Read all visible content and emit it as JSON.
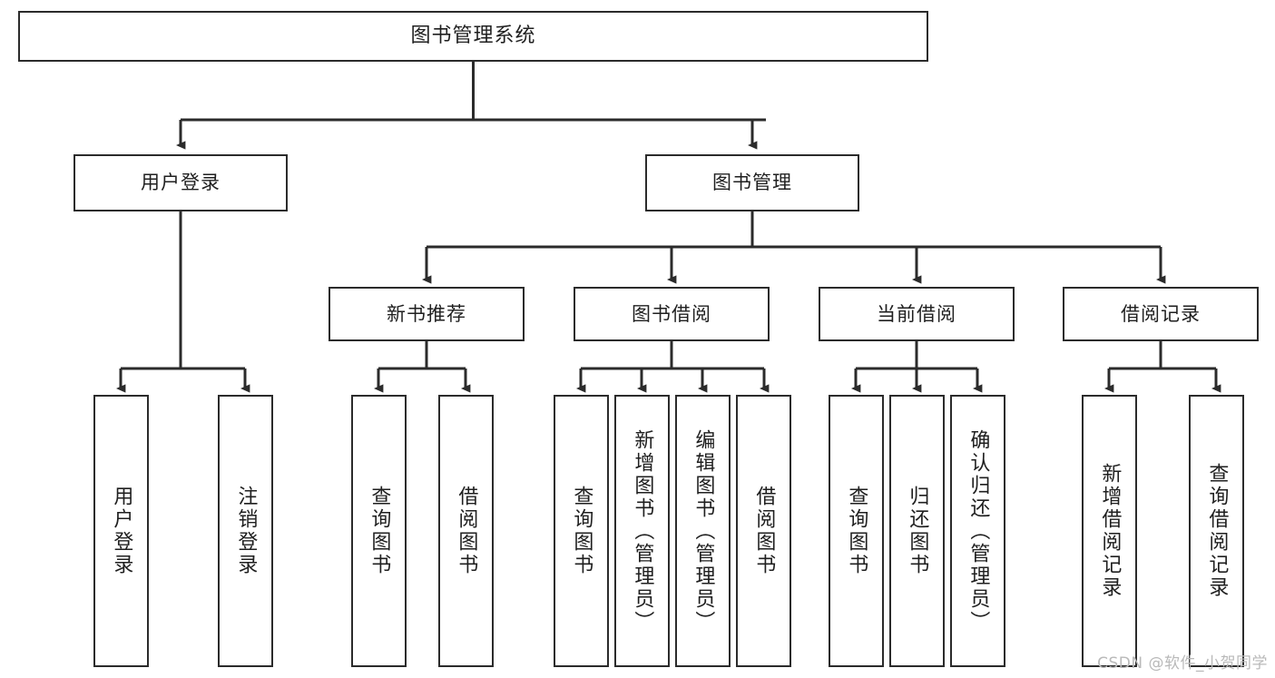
{
  "diagram": {
    "title": "图书管理系统",
    "type": "tree",
    "style": {
      "box_border": "#2b2b2b",
      "box_fill": "#ffffff",
      "text": "#1f1f1f",
      "edge": "#2b2b2b",
      "background": "#ffffff"
    }
  },
  "nodes": {
    "root": {
      "label": "图书管理系统"
    },
    "level1": [
      {
        "label": "用户登录"
      },
      {
        "label": "图书管理"
      }
    ],
    "level2": [
      {
        "label": "新书推荐"
      },
      {
        "label": "图书借阅"
      },
      {
        "label": "当前借阅"
      },
      {
        "label": "借阅记录"
      }
    ],
    "leaves": {
      "user_login": [
        {
          "label": "用户登录"
        },
        {
          "label": "注销登录"
        }
      ],
      "new_book_recommend": [
        {
          "label": "查询图书"
        },
        {
          "label": "借阅图书"
        }
      ],
      "book_borrow": [
        {
          "label": "查询图书"
        },
        {
          "label": "新增图书（管理员）"
        },
        {
          "label": "编辑图书（管理员）"
        },
        {
          "label": "借阅图书"
        }
      ],
      "current_borrow": [
        {
          "label": "查询图书"
        },
        {
          "label": "归还图书"
        },
        {
          "label": "确认归还（管理员）"
        }
      ],
      "borrow_record": [
        {
          "label": "新增借阅记录"
        },
        {
          "label": "查询借阅记录"
        }
      ]
    }
  },
  "watermark": {
    "text": "CSDN @软件_小贺同学"
  }
}
